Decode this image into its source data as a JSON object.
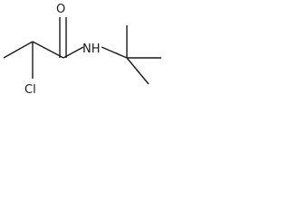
{
  "molecule": {
    "atoms": {
      "oxygen": "O",
      "nitrogen_hydrogen": "NH",
      "chlorine": "Cl"
    }
  },
  "colors": {
    "line": "#1a1a1a",
    "background": "#ffffff"
  }
}
